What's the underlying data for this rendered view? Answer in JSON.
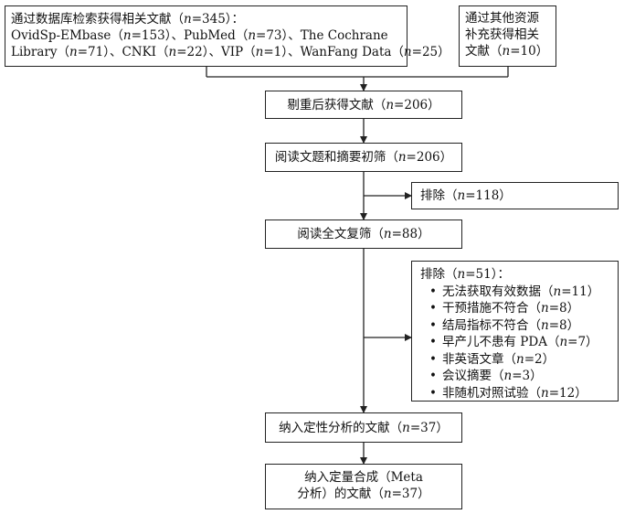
{
  "boxes": {
    "db_search": {
      "lines": [
        "通过数据库检索获得相关文献（n=345）：",
        "OvidSp-EMbase（n=153）、PubMed（n=73）、The Cochrane",
        "Library（n=71）、CNKI（n=22）、VIP（n=1）、WanFang Data（n=25）"
      ]
    },
    "other_sources": {
      "lines": [
        "通过其他资源",
        "补充获得相关",
        "文献（n=10）"
      ]
    },
    "dedup": {
      "text": "剔重后获得文献（n=206）"
    },
    "screen": {
      "text": "阅读文题和摘要初筛（n=206）"
    },
    "exclude1": {
      "text": "排除（n=118）"
    },
    "fulltext": {
      "text": "阅读全文复筛（n=88）"
    },
    "exclude2": {
      "title": "排除（n=51）：",
      "bullet_glyph": "•",
      "items": [
        "无法获取有效数据（n=11）",
        "干预措施不符合（n=8）",
        "结局指标不符合（n=8）",
        "早产儿不患有 PDA（n=7）",
        "非英语文章（n=2）",
        "会议摘要（n=3）",
        "非随机对照试验（n=12）"
      ]
    },
    "qualitative": {
      "text": "纳入定性分析的文献（n=37）"
    },
    "meta": {
      "lines": [
        "纳入定量合成（Meta",
        "分析）的文献（n=37）"
      ]
    }
  }
}
